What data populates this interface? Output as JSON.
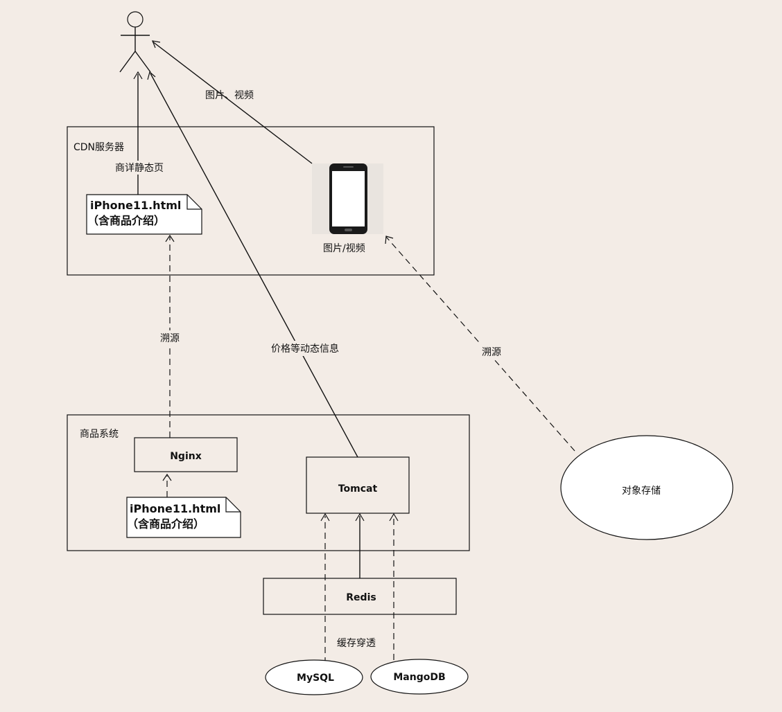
{
  "cdn": {
    "title": "CDN服务器",
    "page_edge_label": "商详静态页",
    "file_line1": "iPhone11.html",
    "file_line2": "（含商品介绍）",
    "media_label": "图片/视频"
  },
  "edges": {
    "user_media": "图片、视频",
    "cdn_origin": "溯源",
    "dynamic_info": "价格等动态信息",
    "storage_origin": "溯源",
    "cache_penetration": "缓存穿透"
  },
  "product_system": {
    "title": "商品系统",
    "nginx": "Nginx",
    "file_line1": "iPhone11.html",
    "file_line2": "（含商品介绍）",
    "tomcat": "Tomcat"
  },
  "redis": "Redis",
  "mysql": "MySQL",
  "mangodb": "MangoDB",
  "object_storage": "对象存储"
}
